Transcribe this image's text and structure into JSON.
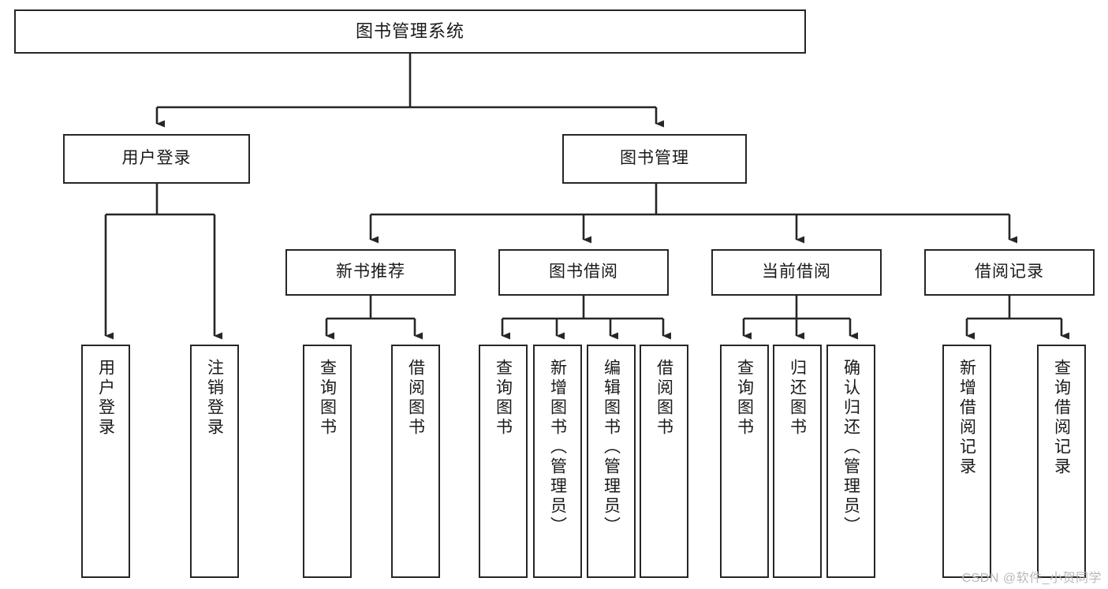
{
  "diagram": {
    "title": "图书管理系统",
    "type": "tree",
    "watermark": "CSDN @软件_小贺同学",
    "colors": {
      "stroke": "#262626",
      "fill": "#ffffff",
      "text": "#1a1a1a",
      "watermark": "#b9b9b9"
    },
    "nodes": {
      "root": {
        "label": "图书管理系统"
      },
      "level2": [
        {
          "id": "user-login",
          "label": "用户登录"
        },
        {
          "id": "book-management",
          "label": "图书管理"
        }
      ],
      "level3": [
        {
          "id": "new-book-recommend",
          "label": "新书推荐"
        },
        {
          "id": "book-borrow",
          "label": "图书借阅"
        },
        {
          "id": "current-borrow",
          "label": "当前借阅"
        },
        {
          "id": "borrow-record",
          "label": "借阅记录"
        }
      ],
      "leaves": [
        {
          "id": "leaf-user-login",
          "label": "用户登录"
        },
        {
          "id": "leaf-logout-login",
          "label": "注销登录"
        },
        {
          "id": "leaf-query-book-1",
          "label": "查询图书"
        },
        {
          "id": "leaf-borrow-book-1",
          "label": "借阅图书"
        },
        {
          "id": "leaf-query-book-2",
          "label": "查询图书"
        },
        {
          "id": "leaf-add-book",
          "label": "新增图书（管理员）"
        },
        {
          "id": "leaf-edit-book",
          "label": "编辑图书（管理员）"
        },
        {
          "id": "leaf-borrow-book-2",
          "label": "借阅图书"
        },
        {
          "id": "leaf-query-book-3",
          "label": "查询图书"
        },
        {
          "id": "leaf-return-book",
          "label": "归还图书"
        },
        {
          "id": "leaf-confirm-return",
          "label": "确认归还（管理员）"
        },
        {
          "id": "leaf-add-borrow-record",
          "label": "新增借阅记录"
        },
        {
          "id": "leaf-query-borrow-record",
          "label": "查询借阅记录"
        }
      ]
    }
  }
}
